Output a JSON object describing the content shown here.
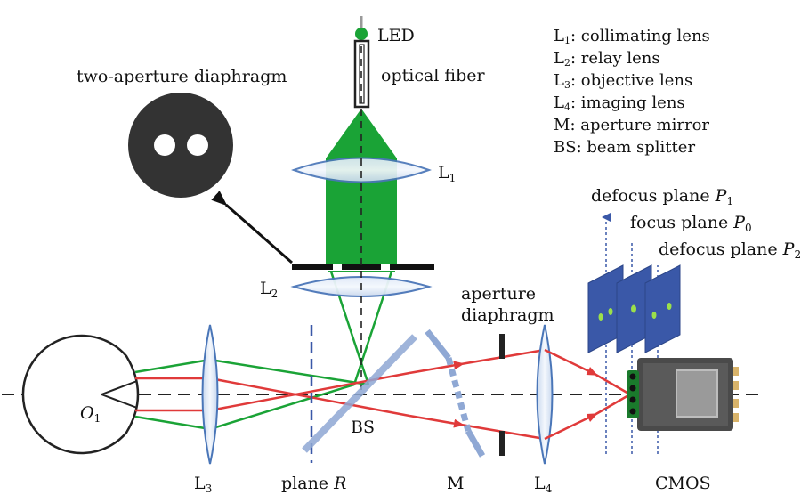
{
  "labels": {
    "led": "LED",
    "optical_fiber": "optical fiber",
    "two_aperture": "two-aperture diaphragm",
    "aperture_diaphragm_1": "aperture",
    "aperture_diaphragm_2": "diaphragm",
    "bs": "BS",
    "plane_r_prefix": "plane ",
    "plane_r_var": "R",
    "m": "M",
    "cmos": "CMOS",
    "eye_o_letter": "O",
    "eye_o_sub": "1",
    "lens_letter": "L",
    "l1_sub": "1",
    "l2_sub": "2",
    "l3_sub": "3",
    "l4_sub": "4",
    "defocus_p1_prefix": "defocus plane ",
    "defocus_p1_var": "P",
    "defocus_p1_sub": "1",
    "focus_p0_prefix": "focus plane ",
    "focus_p0_var": "P",
    "focus_p0_sub": "0",
    "defocus_p2_prefix": "defocus plane ",
    "defocus_p2_var": "P",
    "defocus_p2_sub": "2"
  },
  "legend": [
    {
      "letter": "L",
      "sub": "1",
      "text": ": collimating lens"
    },
    {
      "letter": "L",
      "sub": "2",
      "text": ": relay lens"
    },
    {
      "letter": "L",
      "sub": "3",
      "text": ": objective lens"
    },
    {
      "letter": "L",
      "sub": "4",
      "text": ": imaging lens"
    },
    {
      "letter": "M",
      "sub": "",
      "text": ": aperture mirror"
    },
    {
      "letter": "BS",
      "sub": "",
      "text": ": beam splitter"
    }
  ],
  "colors": {
    "beam_green": "#1aa336",
    "beam_red": "#e03a3a",
    "lens_blue": "#4a76b8",
    "plane_blue": "#3a58a8",
    "spot_green": "#9be04a",
    "dark": "#2b2b2b"
  }
}
